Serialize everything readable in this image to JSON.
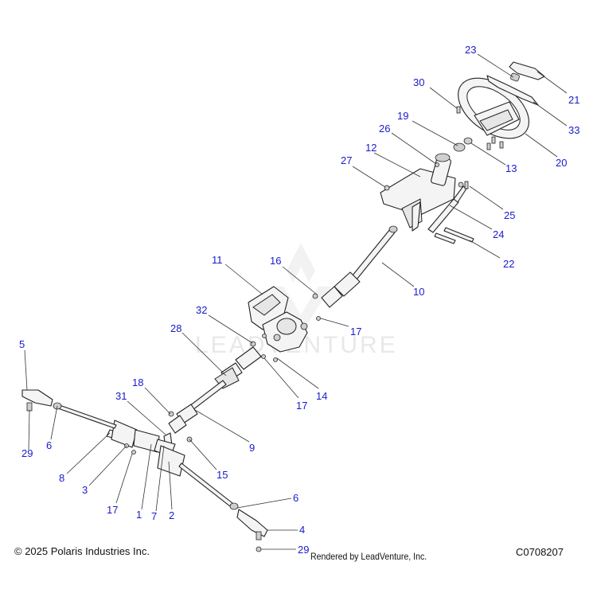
{
  "footer": {
    "copyright": "© 2025 Polaris Industries Inc.",
    "rendered_by": "Rendered by LeadVenture, Inc.",
    "diagram_code": "C0708207"
  },
  "watermark": "LEADVENTURE",
  "callouts": [
    "23",
    "21",
    "30",
    "33",
    "19",
    "20",
    "26",
    "13",
    "12",
    "27",
    "25",
    "24",
    "22",
    "11",
    "16",
    "10",
    "32",
    "17",
    "28",
    "14",
    "17",
    "18",
    "31",
    "9",
    "15",
    "5",
    "6",
    "29",
    "8",
    "3",
    "17",
    "1",
    "7",
    "2",
    "6",
    "4",
    "29"
  ]
}
